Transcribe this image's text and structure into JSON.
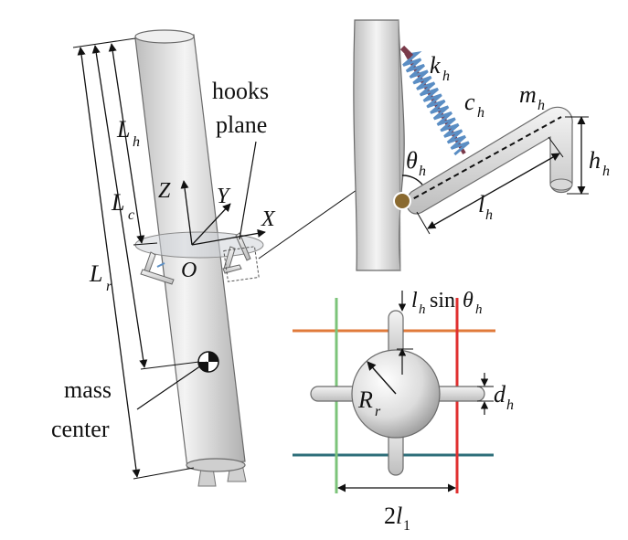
{
  "labels": {
    "hooks_plane_line1": "hooks",
    "hooks_plane_line2": "plane",
    "mass_center_line1": "mass",
    "mass_center_line2": "center",
    "L": "L",
    "sub_h": "h",
    "sub_c": "c",
    "sub_r": "r",
    "Z": "Z",
    "Y": "Y",
    "X": "X",
    "O": "O",
    "k": "k",
    "c": "c",
    "m": "m",
    "theta": "θ",
    "l": "l",
    "sin": "sin",
    "R": "R",
    "d": "d",
    "two": "2",
    "sub_1": "1"
  },
  "colors": {
    "rod_fill": "#e6e6e6",
    "outline": "#5a5a5a",
    "dark": "#111111",
    "spring": "#5b8ec4",
    "spring_end": "#7a3a4a",
    "pivot": "#8a6a30",
    "line_orange": "#e07a3a",
    "line_teal": "#2e6f7a",
    "line_green": "#7cc47a",
    "line_red": "#e03030"
  }
}
